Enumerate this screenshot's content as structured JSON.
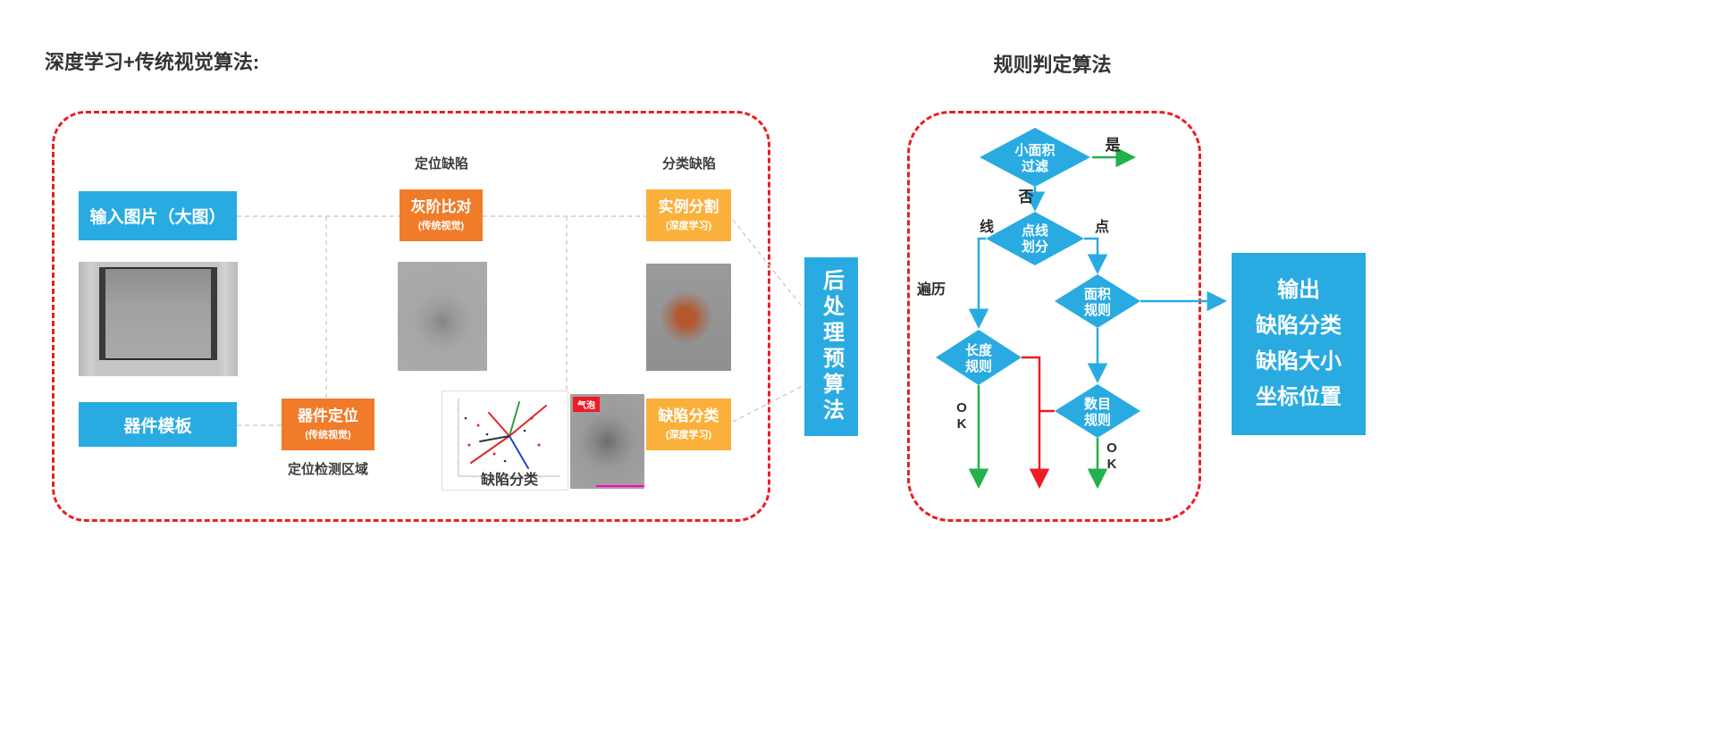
{
  "titles": {
    "left": "深度学习+传统视觉算法:",
    "right": "规则判定算法"
  },
  "pipeline": {
    "label_locate_defect": "定位缺陷",
    "label_classify_defect": "分类缺陷",
    "label_locate_region": "定位检测区域",
    "scatter_caption": "缺陷分类",
    "bubble_tag": "气泡",
    "input_image": "输入图片（大图）",
    "device_template": "器件模板",
    "device_locate": {
      "title": "器件定位",
      "subtitle": "(传统视觉)"
    },
    "gray_compare": {
      "title": "灰阶比对",
      "subtitle": "(传统视觉)"
    },
    "instance_seg": {
      "title": "实例分割",
      "subtitle": "(深度学习)"
    },
    "defect_classify": {
      "title": "缺陷分类",
      "subtitle": "(深度学习)"
    },
    "post_process": "后处理预算法"
  },
  "flow": {
    "small_area": {
      "line1": "小面积",
      "line2": "过滤"
    },
    "point_line": {
      "line1": "点线",
      "line2": "划分"
    },
    "length_rule": {
      "line1": "长度",
      "line2": "规则"
    },
    "area_rule": {
      "line1": "面积",
      "line2": "规则"
    },
    "count_rule": {
      "line1": "数目",
      "line2": "规则"
    },
    "yes": "是",
    "no": "否",
    "line": "线",
    "point": "点",
    "traverse": "遍历",
    "ok1": "O",
    "ok2": "K"
  },
  "output": {
    "lines": [
      "输出",
      "缺陷分类",
      "缺陷大小",
      "坐标位置"
    ]
  },
  "colors": {
    "blue": "#29abe2",
    "orange": "#f07c2a",
    "yellow": "#fbb03b",
    "red": "#ed1c24",
    "green": "#22b14c"
  }
}
